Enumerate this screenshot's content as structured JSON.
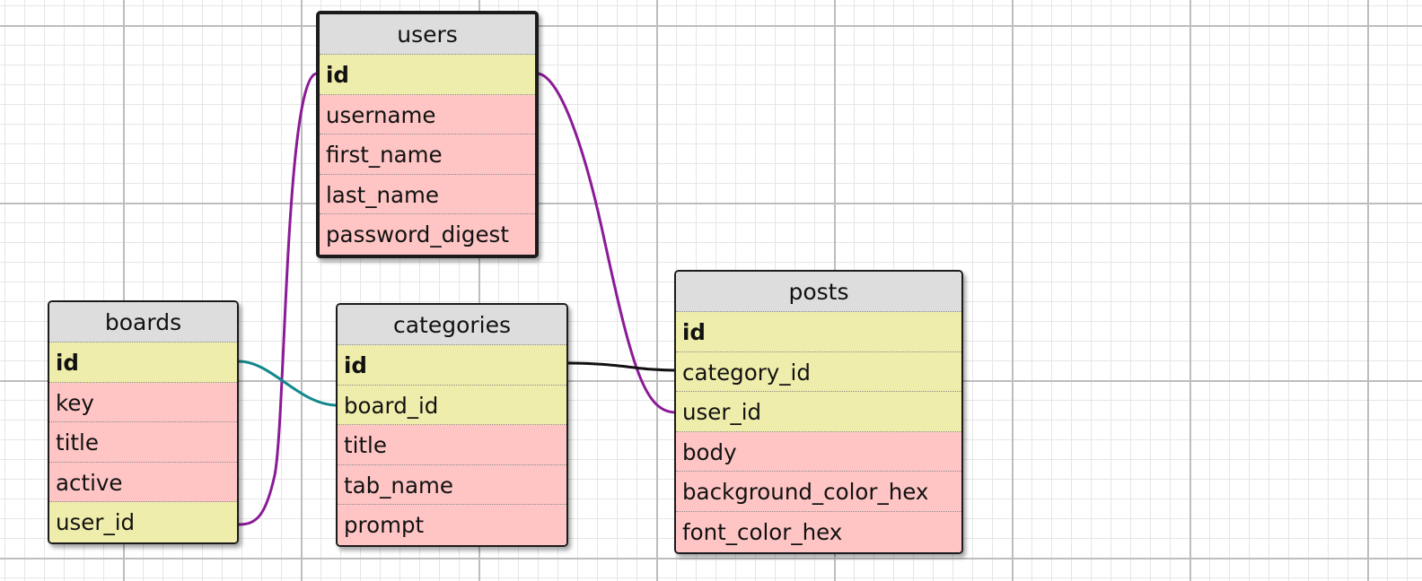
{
  "tables": [
    {
      "key": "users",
      "name": "users",
      "selected": true,
      "fields": [
        {
          "name": "id",
          "kind": "key",
          "primary": true
        },
        {
          "name": "username",
          "kind": "attr"
        },
        {
          "name": "first_name",
          "kind": "attr"
        },
        {
          "name": "last_name",
          "kind": "attr"
        },
        {
          "name": "password_digest",
          "kind": "attr"
        }
      ]
    },
    {
      "key": "boards",
      "name": "boards",
      "selected": false,
      "fields": [
        {
          "name": "id",
          "kind": "key",
          "primary": true
        },
        {
          "name": "key",
          "kind": "attr"
        },
        {
          "name": "title",
          "kind": "attr"
        },
        {
          "name": "active",
          "kind": "attr"
        },
        {
          "name": "user_id",
          "kind": "key"
        }
      ]
    },
    {
      "key": "categories",
      "name": "categories",
      "selected": false,
      "fields": [
        {
          "name": "id",
          "kind": "key",
          "primary": true
        },
        {
          "name": "board_id",
          "kind": "key"
        },
        {
          "name": "title",
          "kind": "attr"
        },
        {
          "name": "tab_name",
          "kind": "attr"
        },
        {
          "name": "prompt",
          "kind": "attr"
        }
      ]
    },
    {
      "key": "posts",
      "name": "posts",
      "selected": false,
      "fields": [
        {
          "name": "id",
          "kind": "key",
          "primary": true
        },
        {
          "name": "category_id",
          "kind": "key"
        },
        {
          "name": "user_id",
          "kind": "key"
        },
        {
          "name": "body",
          "kind": "attr"
        },
        {
          "name": "background_color_hex",
          "kind": "attr"
        },
        {
          "name": "font_color_hex",
          "kind": "attr"
        }
      ]
    }
  ],
  "relations": [
    {
      "from": "users.id",
      "to": "boards.user_id",
      "color": "#8b1a96"
    },
    {
      "from": "users.id",
      "to": "posts.user_id",
      "color": "#8b1a96"
    },
    {
      "from": "boards.id",
      "to": "categories.board_id",
      "color": "#11888c"
    },
    {
      "from": "categories.id",
      "to": "posts.category_id",
      "color": "#111111"
    }
  ],
  "colors": {
    "header_bg": "#dddddd",
    "key_field_bg": "#efedab",
    "attr_field_bg": "#ffc5c5",
    "border": "#1b1b1b"
  }
}
